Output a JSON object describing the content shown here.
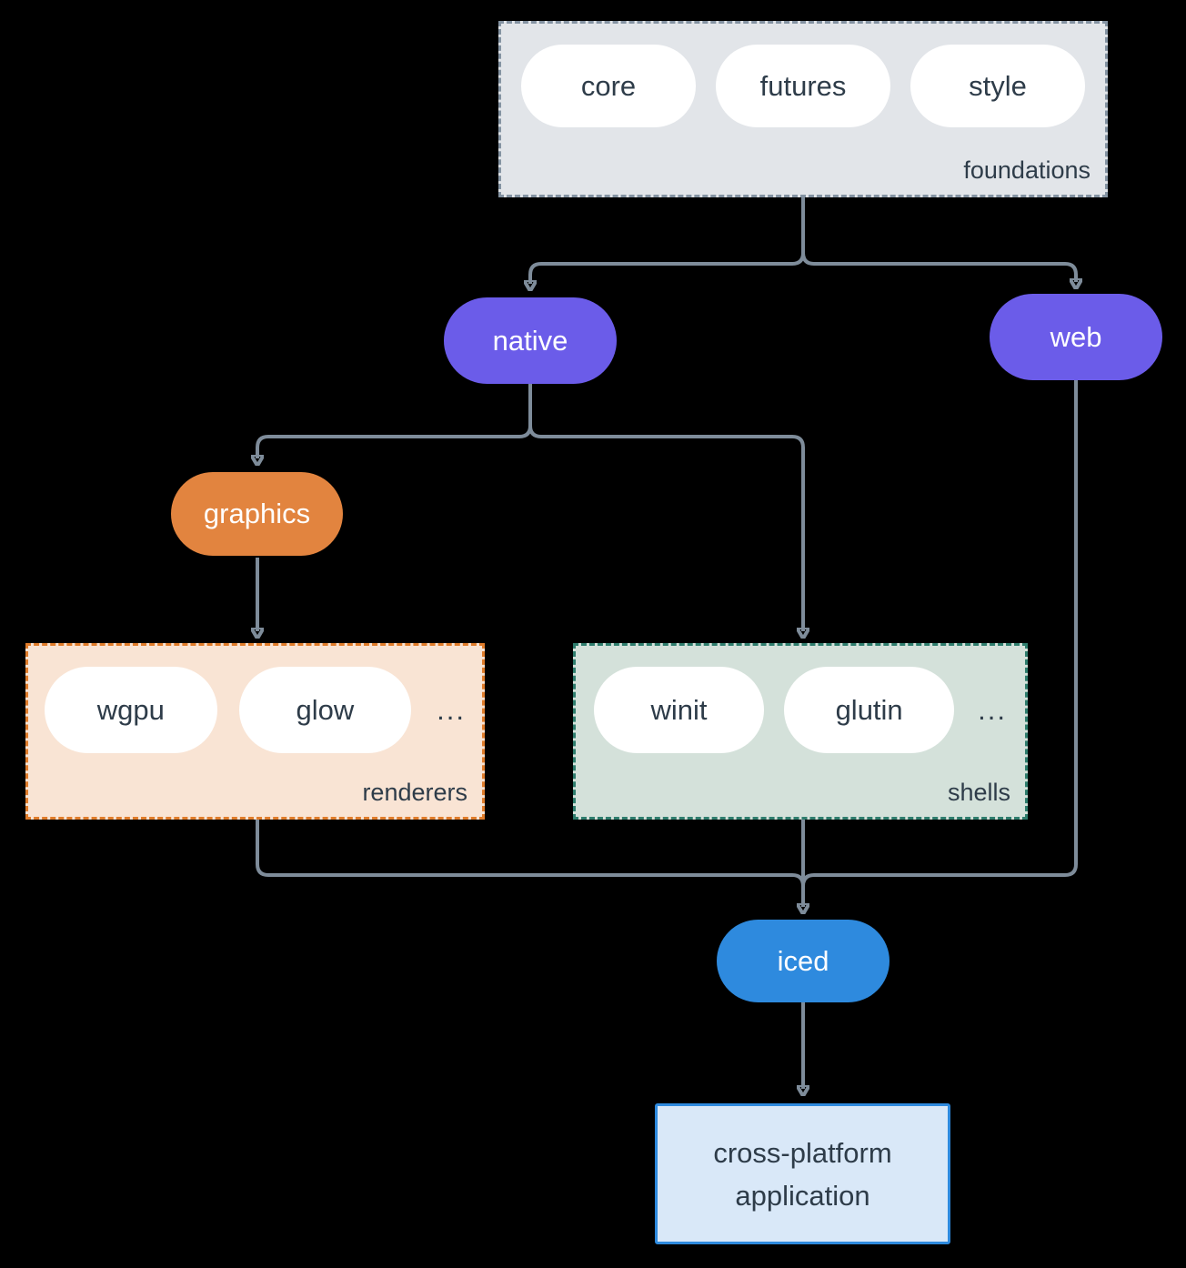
{
  "colors": {
    "background": "#000000",
    "edge": "#7e8c9a",
    "text_dark": "#2e3c49",
    "node_purple": "#6b5ce9",
    "node_orange": "#e2843f",
    "node_blue": "#2e8ade",
    "pill_fill": "#ffffff",
    "foundations_fill": "#e2e5e9",
    "foundations_border": "#8493a2",
    "renderers_fill": "#f9e4d4",
    "renderers_border": "#e07c2a",
    "shells_fill": "#d4e1da",
    "shells_border": "#2e7d6d",
    "application_fill": "#d9e8f8",
    "application_border": "#2e8ade"
  },
  "groups": {
    "foundations": {
      "label": "foundations",
      "items": [
        "core",
        "futures",
        "style"
      ]
    },
    "renderers": {
      "label": "renderers",
      "items": [
        "wgpu",
        "glow"
      ],
      "ellipsis": "..."
    },
    "shells": {
      "label": "shells",
      "items": [
        "winit",
        "glutin"
      ],
      "ellipsis": "..."
    }
  },
  "nodes": {
    "native": {
      "label": "native"
    },
    "web": {
      "label": "web"
    },
    "graphics": {
      "label": "graphics"
    },
    "iced": {
      "label": "iced"
    },
    "application": {
      "lines": [
        "cross-platform",
        "application"
      ]
    }
  }
}
